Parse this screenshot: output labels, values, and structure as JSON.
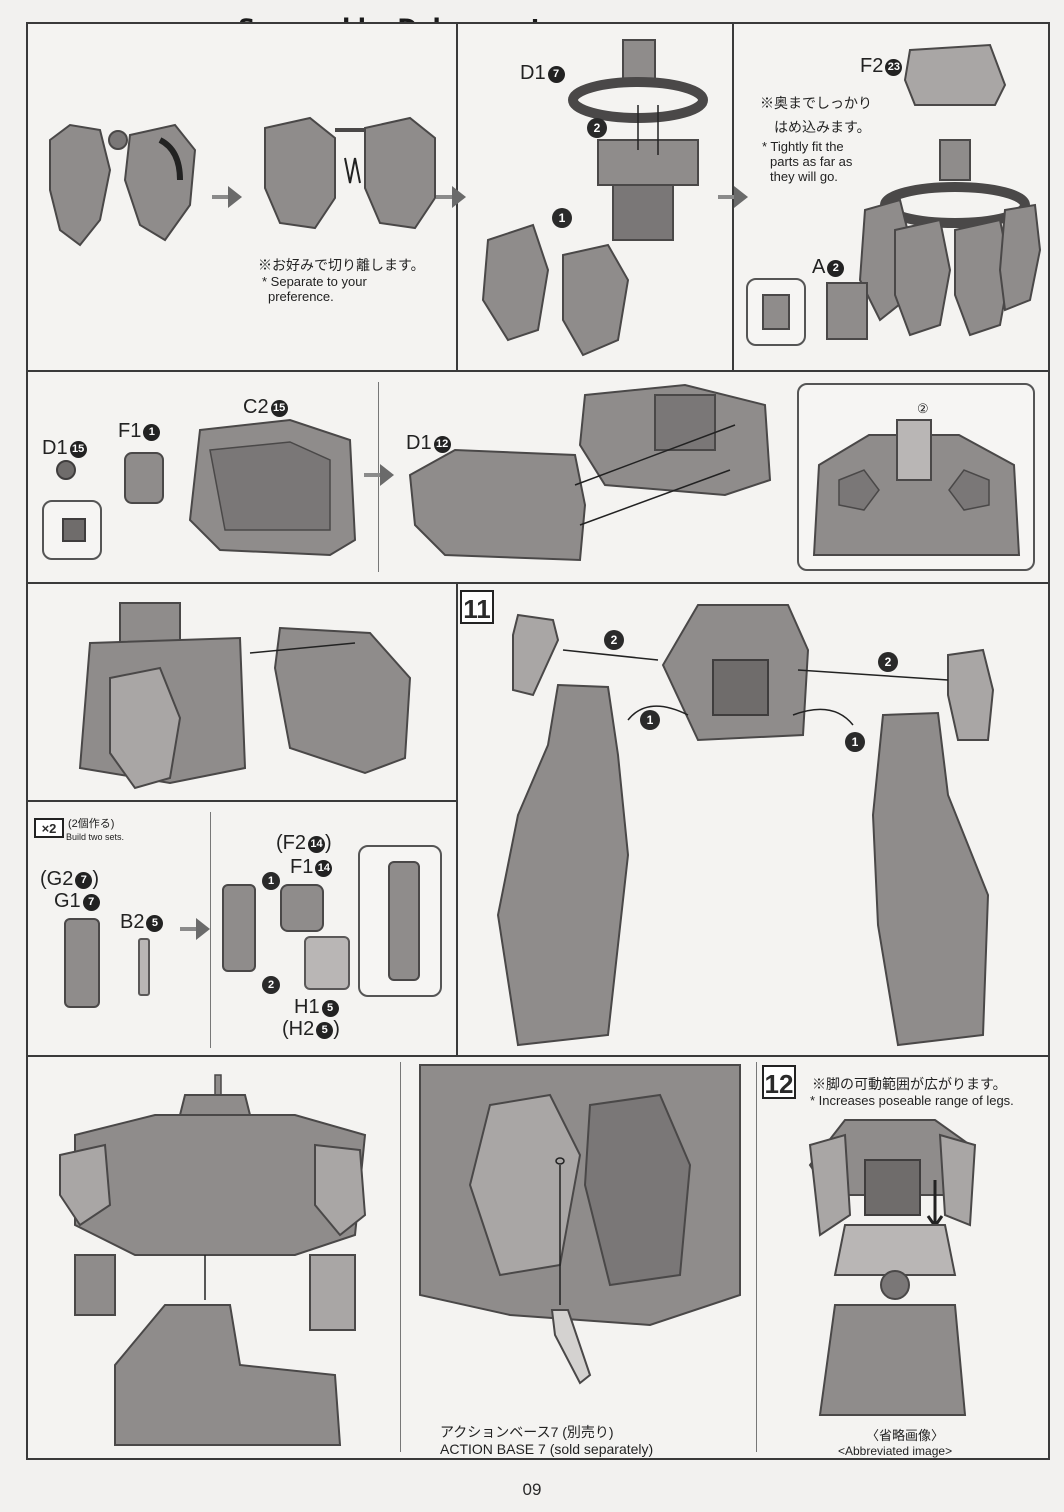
{
  "watermark": "Scanned by Dalong.net",
  "page_number": "09",
  "row1": {
    "panel2_note_jp": "※お好みで切り離します。",
    "panel2_note_en_1": "* Separate to your",
    "panel2_note_en_2": "preference.",
    "panel3_part": "D1",
    "panel3_part_num": "7",
    "panel3_step1": "1",
    "panel3_step2": "2",
    "panel4_part_f": "F2",
    "panel4_part_f_num": "23",
    "panel4_note_jp_1": "※奥までしっかり",
    "panel4_note_jp_2": "はめ込みます。",
    "panel4_note_en_1": "* Tightly fit the",
    "panel4_note_en_2": "parts as far as",
    "panel4_note_en_3": "they will go.",
    "panel4_part_a": "A",
    "panel4_part_a_num": "2"
  },
  "row2": {
    "part_d1": "D1",
    "part_d1_num": "15",
    "part_f1": "F1",
    "part_f1_num": "1",
    "part_c2": "C2",
    "part_c2_num": "15",
    "part_d1b": "D1",
    "part_d1b_num": "12",
    "seal_num": "②"
  },
  "row3": {
    "step_number": "11",
    "step1": "1",
    "step2": "2",
    "x2_label": "×2",
    "x2_jp": "(2個作る)",
    "x2_en": "Build two sets.",
    "part_g2": "(G2",
    "part_g2_num": "7",
    "part_g1": "G1",
    "part_g1_num": "7",
    "part_b2": "B2",
    "part_b2_num": "5",
    "part_f2": "(F2",
    "part_f2_num": "14",
    "part_f1": "F1",
    "part_f1_num": "14",
    "part_h1": "H1",
    "part_h1_num": "5",
    "part_h2": "(H2",
    "part_h2_num": "5",
    "close_paren": ")"
  },
  "row4": {
    "action_base_jp": "アクションベース7 (別売り)",
    "action_base_en": "ACTION BASE 7  (sold separately)",
    "step_number": "12",
    "note_jp": "※脚の可動範囲が広がります。",
    "note_en": "* Increases poseable range of legs.",
    "abbrev_jp": "〈省略画像〉",
    "abbrev_en": "<Abbreviated image>"
  }
}
